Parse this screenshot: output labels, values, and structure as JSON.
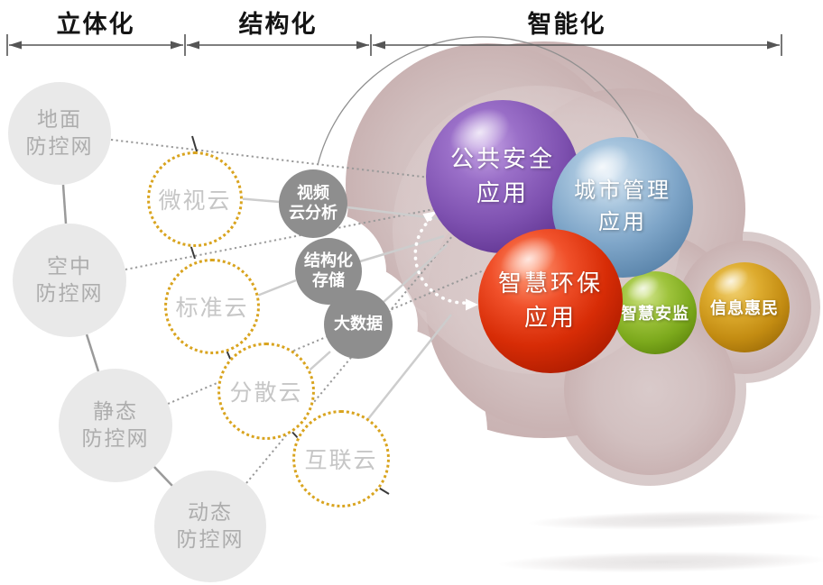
{
  "stages": [
    {
      "label": "立体化"
    },
    {
      "label": "结构化"
    },
    {
      "label": "智能化"
    }
  ],
  "defense_nodes": [
    {
      "line1": "地面",
      "line2": "防控网"
    },
    {
      "line1": "空中",
      "line2": "防控网"
    },
    {
      "line1": "静态",
      "line2": "防控网"
    },
    {
      "line1": "动态",
      "line2": "防控网"
    }
  ],
  "cloud_nodes": [
    {
      "label": "微视云"
    },
    {
      "label": "标准云"
    },
    {
      "label": "分散云"
    },
    {
      "label": "互联云"
    }
  ],
  "process_nodes": [
    {
      "line1": "视频",
      "line2": "云分析"
    },
    {
      "line1": "结构化",
      "line2": "存储"
    },
    {
      "line1": "大数据",
      "line2": ""
    }
  ],
  "app_nodes": [
    {
      "line1": "公共安全",
      "line2": "应用",
      "color": "#7e51b0"
    },
    {
      "line1": "城市管理",
      "line2": "应用",
      "color": "#7ea5c8"
    },
    {
      "line1": "智慧环保",
      "line2": "应用",
      "color": "#d72c06"
    },
    {
      "line1": "智慧安监",
      "line2": "",
      "color": "#7ca91c"
    },
    {
      "line1": "信息惠民",
      "line2": "",
      "color": "#c38c12"
    }
  ],
  "colors": {
    "stage_arrow": "#555555",
    "cloud_background_dark": "#c6afaf",
    "cloud_background_light": "#d8c8c8",
    "defense_fill": "#e9e9e9",
    "defense_text": "#adadad",
    "cloud_node_border": "#d9a41f",
    "cloud_node_text": "#c6c6c6",
    "process_fill": "#8e8e8e",
    "process_text": "#ffffff",
    "connector_solid": "#cdcdcd",
    "connector_dotted": "#9a9a9a",
    "arc_outline": "#8f8f8f",
    "dashed_arrow": "#ffffff"
  }
}
